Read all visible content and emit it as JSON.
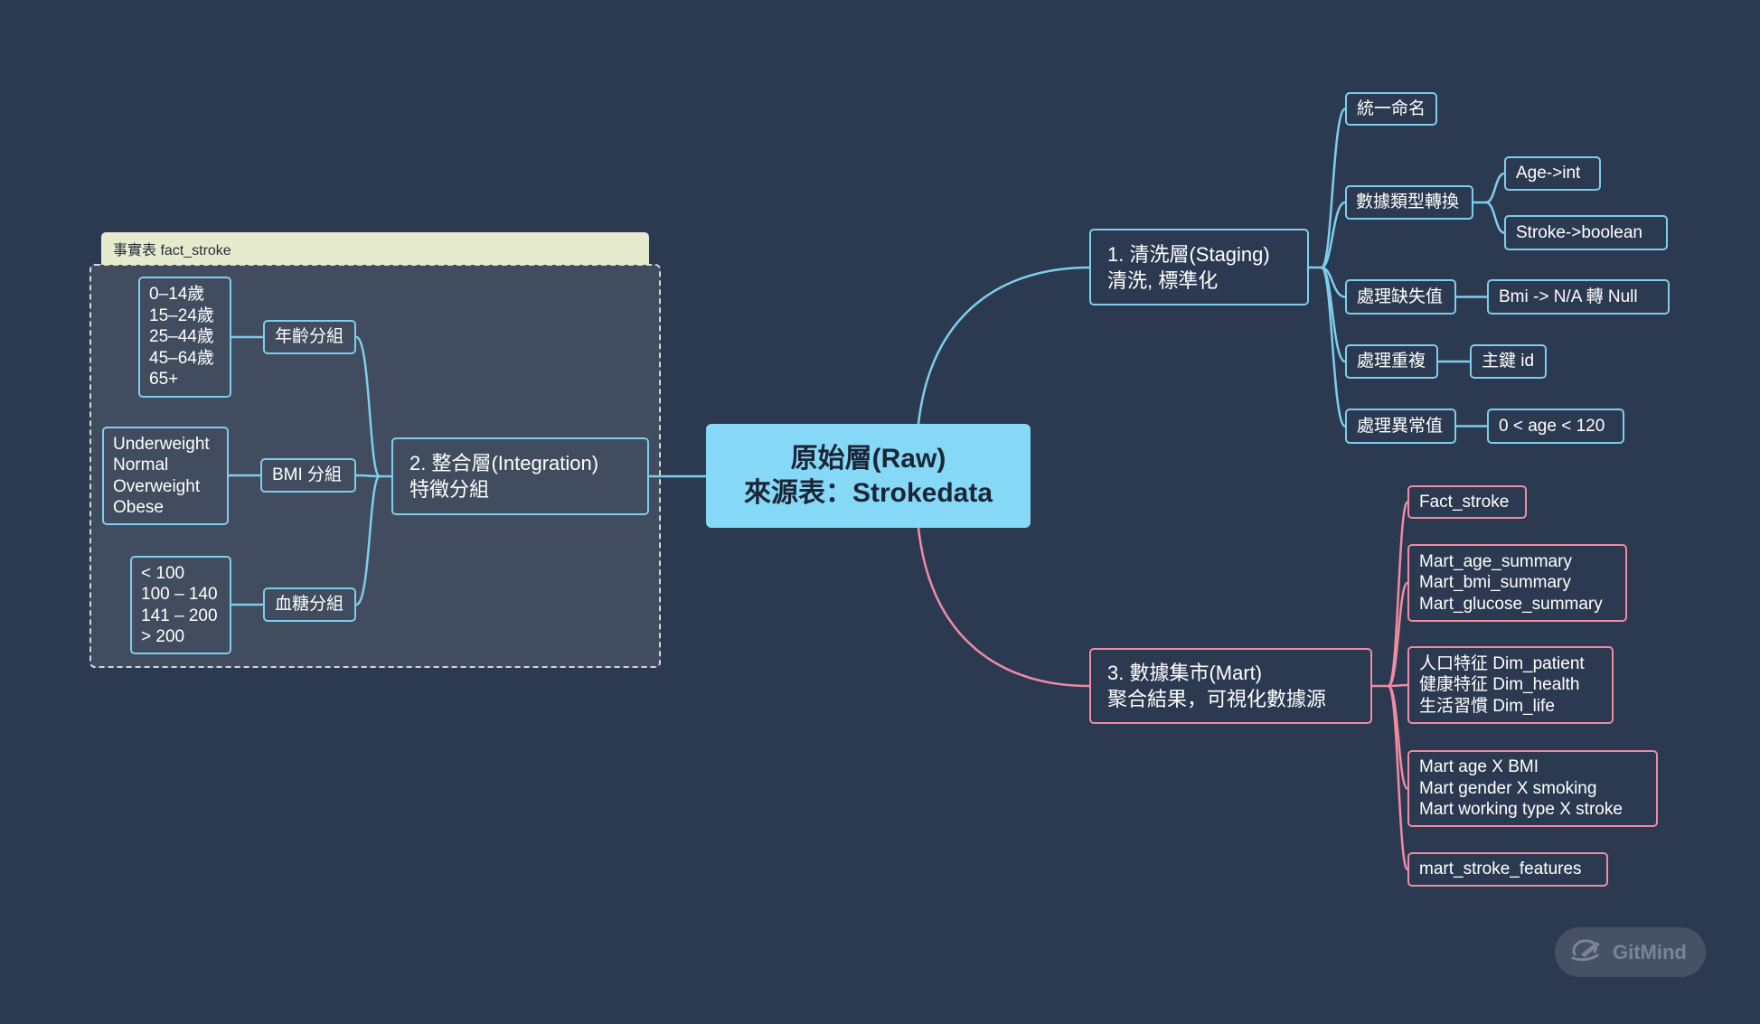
{
  "central": {
    "line1": "原始層(Raw)",
    "line2": "來源表：Strokedata"
  },
  "staging": {
    "line1": "1. 清洗層(Staging)",
    "line2": "清洗, 標準化",
    "children": [
      {
        "label": "統一命名"
      },
      {
        "label": "數據類型轉換",
        "children": [
          "Age->int",
          "Stroke->boolean"
        ]
      },
      {
        "label": "處理缺失值",
        "children": [
          "Bmi -> N/A 轉 Null"
        ]
      },
      {
        "label": "處理重複",
        "children": [
          "主鍵 id"
        ]
      },
      {
        "label": "處理異常值",
        "children": [
          "0 < age < 120"
        ]
      }
    ]
  },
  "integration": {
    "line1": "2. 整合層(Integration)",
    "line2": "特徵分組",
    "group_label": "事實表 fact_stroke",
    "children": [
      {
        "label": "年齡分組",
        "values": [
          "0–14歲",
          "15–24歲",
          "25–44歲",
          "45–64歲",
          "65+"
        ]
      },
      {
        "label": "BMI 分組",
        "values": [
          "Underweight",
          "Normal",
          "Overweight",
          "Obese"
        ]
      },
      {
        "label": "血糖分組",
        "values": [
          "< 100",
          "100 – 140",
          "141 – 200",
          "> 200"
        ]
      }
    ]
  },
  "mart": {
    "line1": "3. 數據集市(Mart)",
    "line2": "聚合結果，可視化數據源",
    "children": [
      {
        "lines": [
          "Fact_stroke"
        ]
      },
      {
        "lines": [
          "Mart_age_summary",
          "Mart_bmi_summary",
          "Mart_glucose_summary"
        ]
      },
      {
        "lines": [
          "人口特征 Dim_patient",
          "健康特征 Dim_health",
          "生活習慣 Dim_life"
        ]
      },
      {
        "lines": [
          "Mart age X BMI",
          "Mart gender X smoking",
          "Mart working type X stroke"
        ]
      },
      {
        "lines": [
          "mart_stroke_features"
        ]
      }
    ]
  },
  "watermark": {
    "text": "GitMind",
    "icon": "gitmind-logo-icon"
  },
  "colors": {
    "background": "#2c3a51",
    "central_fill": "#86d8f7",
    "branch_blue": "#7fcdec",
    "branch_pink": "#ef8ba4",
    "group_fill": "#414c5f",
    "group_label_fill": "#e6ebce"
  }
}
